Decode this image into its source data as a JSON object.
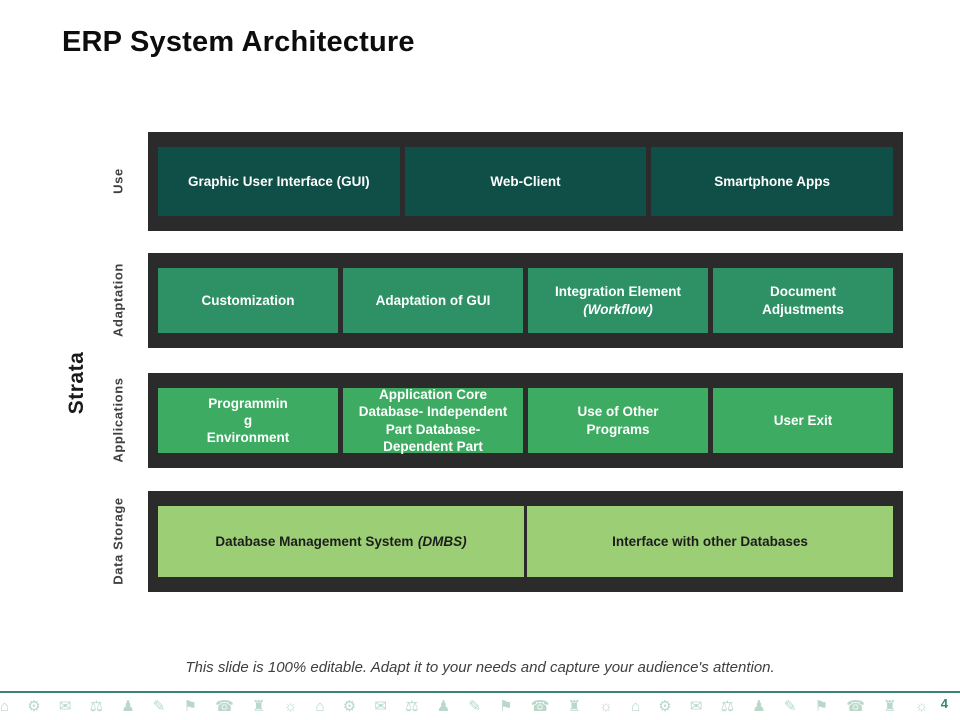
{
  "title": "ERP System Architecture",
  "strata_label": "Strata",
  "rows": [
    {
      "label": "Use",
      "boxes": [
        {
          "main": "Graphic User Interface (GUI)"
        },
        {
          "main": "Web-Client"
        },
        {
          "main": "Smartphone Apps"
        }
      ]
    },
    {
      "label": "Adaptation",
      "boxes": [
        {
          "main": "Customization"
        },
        {
          "main": "Adaptation of GUI"
        },
        {
          "main": "Integration Element",
          "italic": "(Workflow)"
        },
        {
          "main": "Document\nAdjustments"
        }
      ]
    },
    {
      "label": "Applications",
      "boxes": [
        {
          "main": "Programmin\ng\nEnvironment"
        },
        {
          "main": "Application Core\nDatabase- Independent\nPart Database-\nDependent Part"
        },
        {
          "main": "Use of Other\nPrograms"
        },
        {
          "main": "User Exit"
        }
      ]
    },
    {
      "label": "Data Storage",
      "boxes": [
        {
          "main": "Database Management System",
          "italic": "(DMBS)"
        },
        {
          "main": "Interface with other Databases"
        }
      ]
    }
  ],
  "footnote": "This slide is 100% editable. Adapt it to your needs and capture your audience's attention.",
  "footer": {
    "page_number": "4",
    "icons_pattern": "⌂ ⚙ ✉ ⚖ ♟ ✎ ⚑ ☎ ♜ ☼ ⌂ ⚙ ✉ ⚖ ♟ ✎ ⚑ ☎ ♜ ☼ ⌂ ⚙ ✉ ⚖ ♟ ✎ ⚑ ☎ ♜ ☼ ⌂ ⚙ ✉ ⚖ ♟ ✎ ⚑ ☎ ♜ ☼ ⌂ ⚙ ✉ ⚖ ♟ ✎ ⚑ ☎ ♜ ☼"
  },
  "colors": {
    "band_background": "#2b2b2b",
    "use_box": "#0f4f47",
    "adaptation_box": "#2e9165",
    "applications_box": "#3dab62",
    "data_storage_box": "#9ccf75",
    "accent_teal": "#2e8b74"
  }
}
